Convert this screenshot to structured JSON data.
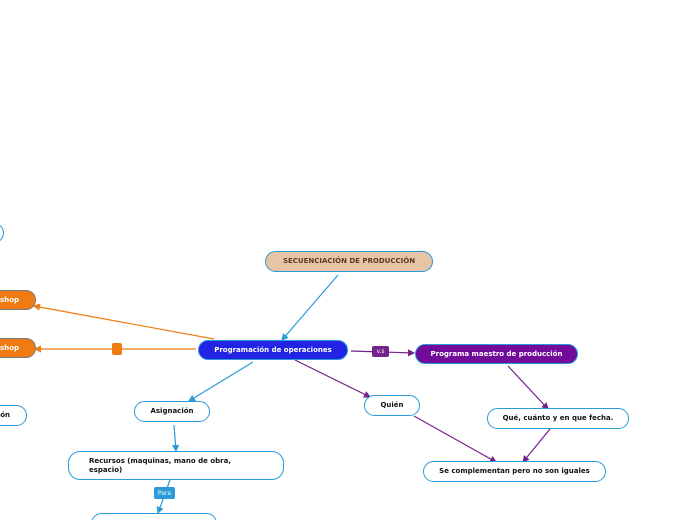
{
  "nodes": {
    "root": "SECUENCIACIÓN DE PRODUCCIÓN",
    "programacion": "Programación de operaciones",
    "maestro": "Programa maestro de producción",
    "que_cuanto": "Qué, cuánto y en que fecha.",
    "complementan": "Se complementan pero no son iguales",
    "quien": "Quién",
    "asignacion": "Asignación",
    "recursos": "Recursos (maquinas, mano de obra, espacio)",
    "orange_top": "shop",
    "orange_bottom": "shop",
    "left_partial": "ión",
    "bottom_partial": ""
  },
  "labels": {
    "vs": "v.s",
    "para": "Para",
    "orange_tag": ""
  },
  "colors": {
    "blue_link": "#2a9ad8",
    "purple_link": "#74228c",
    "orange_link": "#ef7c12",
    "main_node": "#2323e6",
    "purple_node": "#720a9a",
    "root_node": "#e8c4a6",
    "orange_node": "#ef7c12"
  }
}
